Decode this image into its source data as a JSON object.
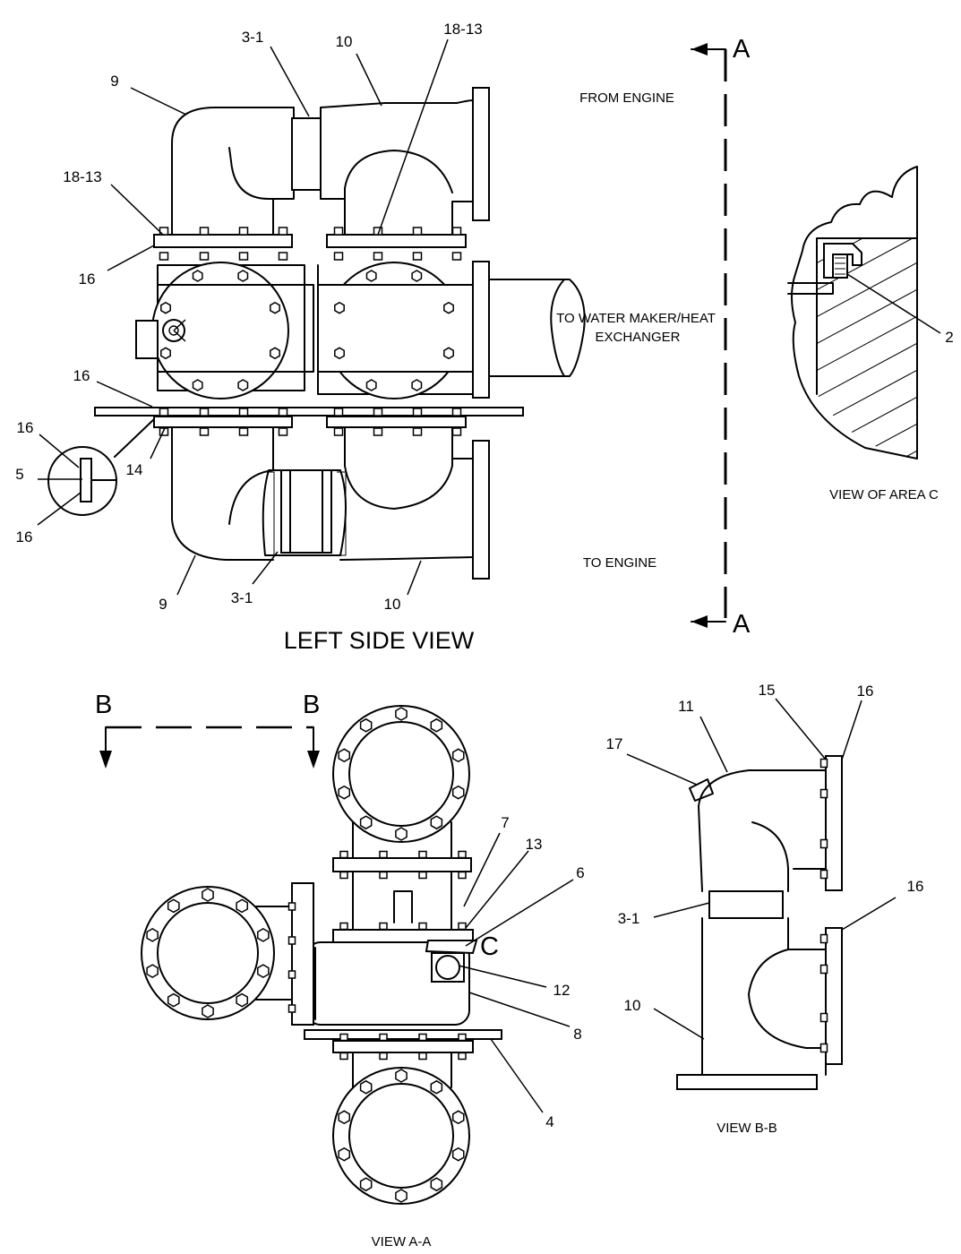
{
  "title": "LEFT SIDE VIEW",
  "notes": {
    "from_engine": "FROM ENGINE",
    "to_water_maker_line1": "TO WATER MAKER/HEAT",
    "to_water_maker_line2": "EXCHANGER",
    "to_engine": "TO ENGINE"
  },
  "view_captions": {
    "area_c": "VIEW OF AREA C",
    "view_aa": "VIEW A-A",
    "view_bb": "VIEW B-B"
  },
  "section_markers": {
    "a_top": "A",
    "a_bottom": "A",
    "b_left": "B",
    "b_right": "B",
    "c": "C"
  },
  "callouts": {
    "left_side": [
      "3-1",
      "10",
      "18-13",
      "9",
      "18-13",
      "16",
      "16",
      "16",
      "5",
      "16",
      "14",
      "9",
      "3-1",
      "10"
    ],
    "area_c": [
      "2"
    ],
    "view_aa": [
      "7",
      "13",
      "6",
      "12",
      "8",
      "4"
    ],
    "view_bb": [
      "15",
      "16",
      "11",
      "17",
      "3-1",
      "16",
      "10"
    ]
  }
}
